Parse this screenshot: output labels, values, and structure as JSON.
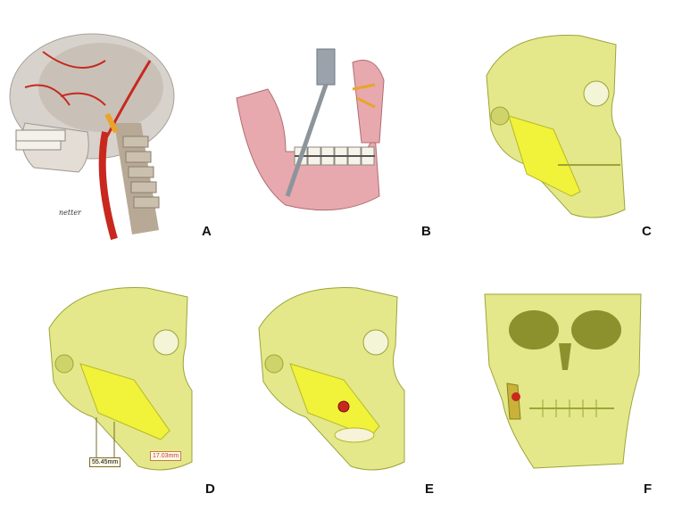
{
  "panels": [
    {
      "id": "A",
      "label": "A",
      "signature": "netter"
    },
    {
      "id": "B",
      "label": "B"
    },
    {
      "id": "C",
      "label": "C"
    },
    {
      "id": "D",
      "label": "D",
      "measurements": [
        "55.45mm",
        "17.03mm"
      ]
    },
    {
      "id": "E",
      "label": "E"
    },
    {
      "id": "F",
      "label": "F"
    }
  ],
  "colors": {
    "bone": "#e4e88a",
    "bone_shadow": "#9ba53a",
    "segment": "#f1f23a",
    "artery": "#c8281e",
    "mandible_pink": "#e7a9ae",
    "drill": "#9aa3ab"
  }
}
